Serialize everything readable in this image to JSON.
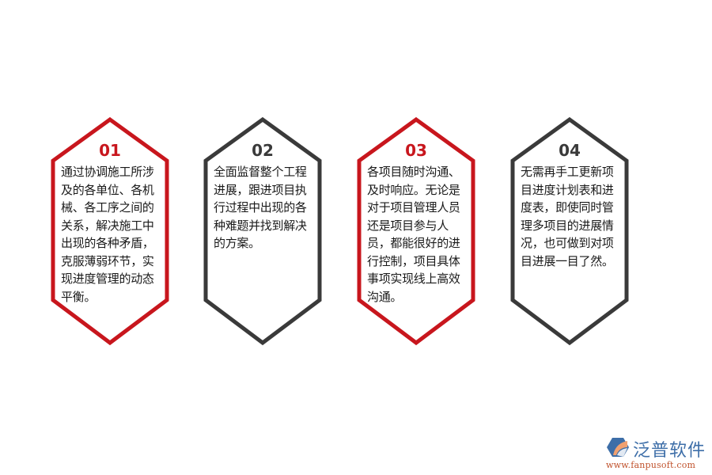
{
  "colors": {
    "red": "#c8161d",
    "dark": "#3a3a3a",
    "text": "#1a1a1a"
  },
  "cards": [
    {
      "number": "01",
      "color": "red",
      "text": "通过协调施工所涉及的各单位、各机械、各工序之间的关系，解决施工中出现的各种矛盾，克服薄弱环节，实现进度管理的动态平衡。"
    },
    {
      "number": "02",
      "color": "dark",
      "text": "全面监督整个工程进展，跟进项目执行过程中出现的各种难题并找到解决的方案。"
    },
    {
      "number": "03",
      "color": "red",
      "text": "各项目随时沟通、及时响应。无论是对于项目管理人员还是项目参与人员，都能很好的进行控制，项目具体事项实现线上高效沟通。"
    },
    {
      "number": "04",
      "color": "dark",
      "text": "无需再手工更新项目进度计划表和进度表，即使同时管理多项目的进展情况，也可做到对项目进展一目了然。"
    }
  ],
  "logo": {
    "icon": "fanpu-logo-icon",
    "brand": "泛普软件",
    "url": "www.fanpusoft.com"
  }
}
